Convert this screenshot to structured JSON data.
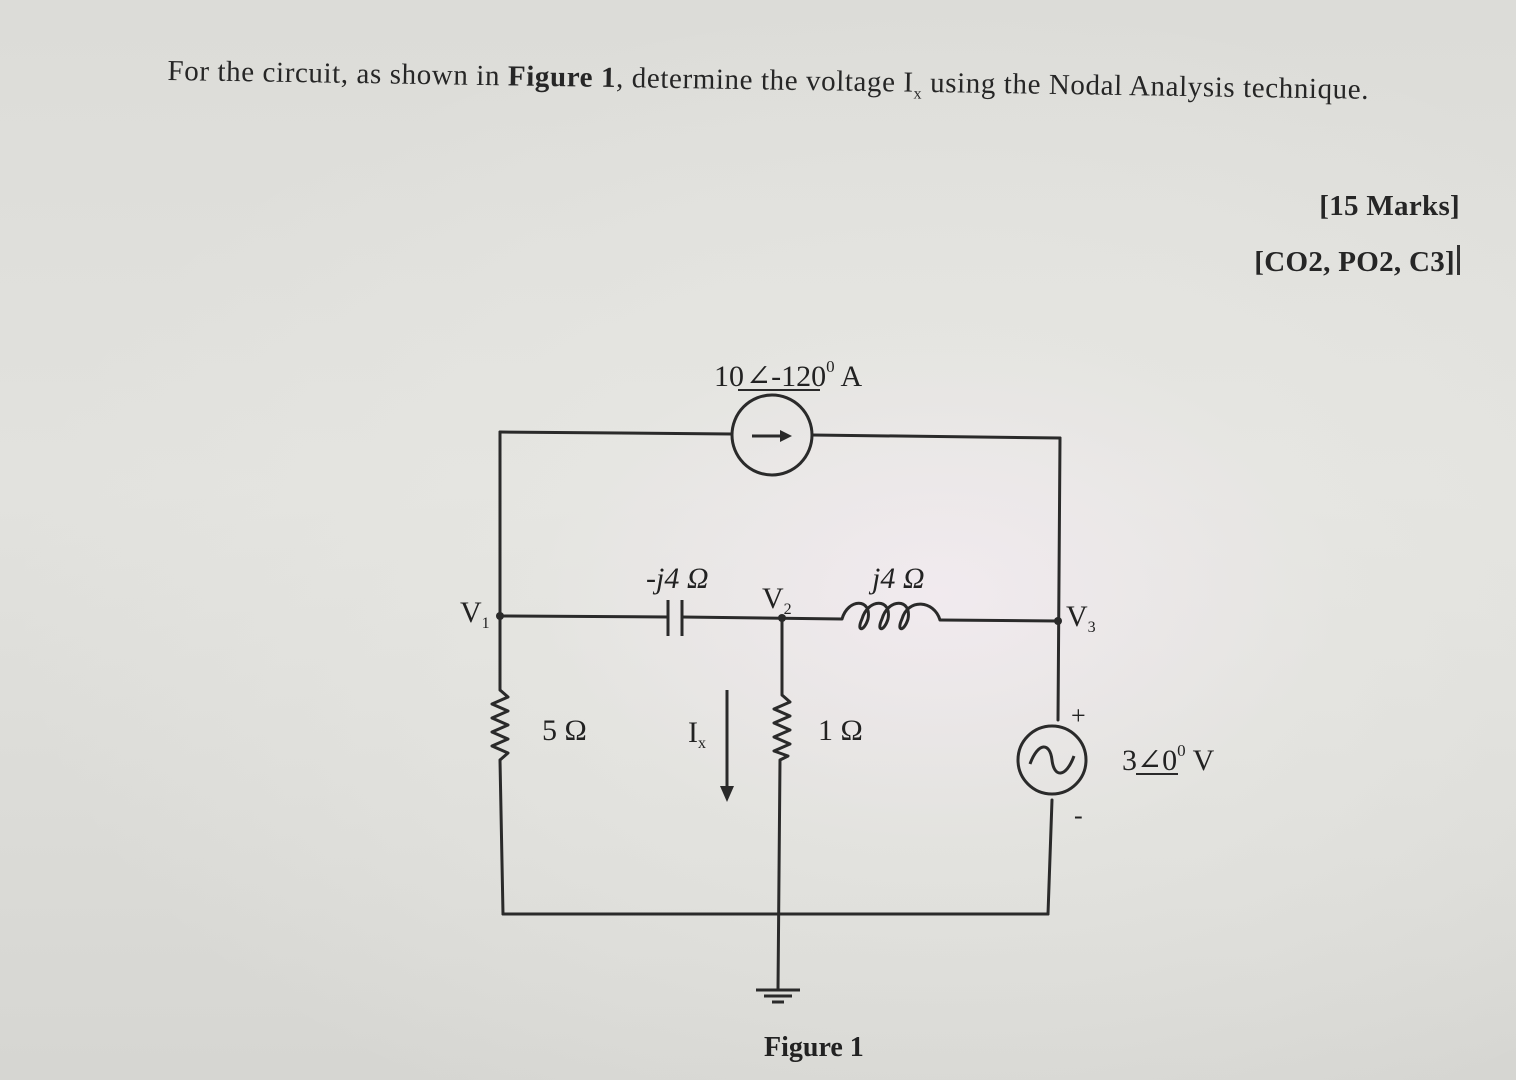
{
  "question": {
    "part1": "For the circuit, as shown in ",
    "figure_ref": "Figure 1",
    "part2": ", determine the voltage I",
    "ix_sub": "x",
    "part3": " using the Nodal Analysis technique."
  },
  "marks": {
    "total": "[15 Marks]",
    "outcomes": "[CO2, PO2, C3]"
  },
  "circuit": {
    "current_source": {
      "magnitude": "10",
      "angle": "-120",
      "deg": "0",
      "unit": " A"
    },
    "capacitor": "-j4 Ω",
    "inductor": "j4 Ω",
    "r1": "5 Ω",
    "r2": "1 Ω",
    "v1": {
      "main": "V",
      "sub": "1"
    },
    "v2": {
      "main": "V",
      "sub": "2"
    },
    "v3": {
      "main": "V",
      "sub": "3"
    },
    "ix": {
      "main": "I",
      "sub": "x"
    },
    "voltage_source": {
      "magnitude": "3",
      "angle": "0",
      "deg": "0",
      "unit": " V"
    },
    "plus": "+",
    "minus": "-",
    "caption": "Figure 1"
  },
  "colors": {
    "wire": "#2a2a2a",
    "text": "#262626"
  },
  "icons": [
    "current-source-icon",
    "capacitor-icon",
    "inductor-icon",
    "resistor-icon",
    "ac-source-icon",
    "ground-icon",
    "arrow-down-icon"
  ]
}
